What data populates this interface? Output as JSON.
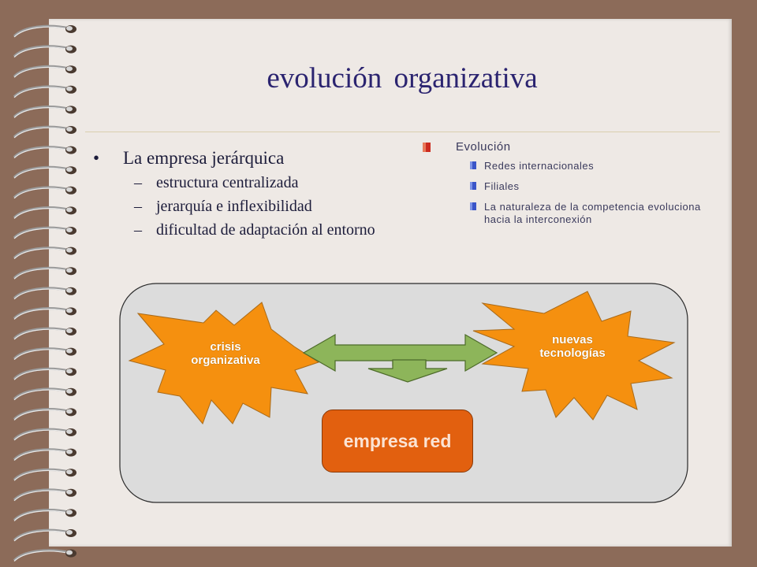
{
  "slide": {
    "title": "evolución organizativa"
  },
  "left_list": {
    "main": "La empresa jerárquica",
    "items": [
      "estructura centralizada",
      "jerarquía e inflexibilidad",
      "dificultad de adaptación al entorno"
    ]
  },
  "right_list": {
    "main": "Evolución",
    "items": [
      "Redes internacionales",
      "Filiales",
      "La naturaleza de la competencia evoluciona hacia la interconexión"
    ]
  },
  "diagram": {
    "left_burst": {
      "line1": "crisis",
      "line2": "organizativa"
    },
    "right_burst": {
      "line1": "nuevas",
      "line2": "tecnologías"
    },
    "center_box": "empresa red"
  },
  "colors": {
    "background": "#8c6b59",
    "page": "#eee9e5",
    "title": "#2b2470",
    "burst": "#f5900f",
    "arrow": "#8db55a",
    "box": "#e2600f",
    "panel": "#dcdcdc",
    "red_marker": "#cc2b1f",
    "blue_marker": "#3a55c8"
  }
}
